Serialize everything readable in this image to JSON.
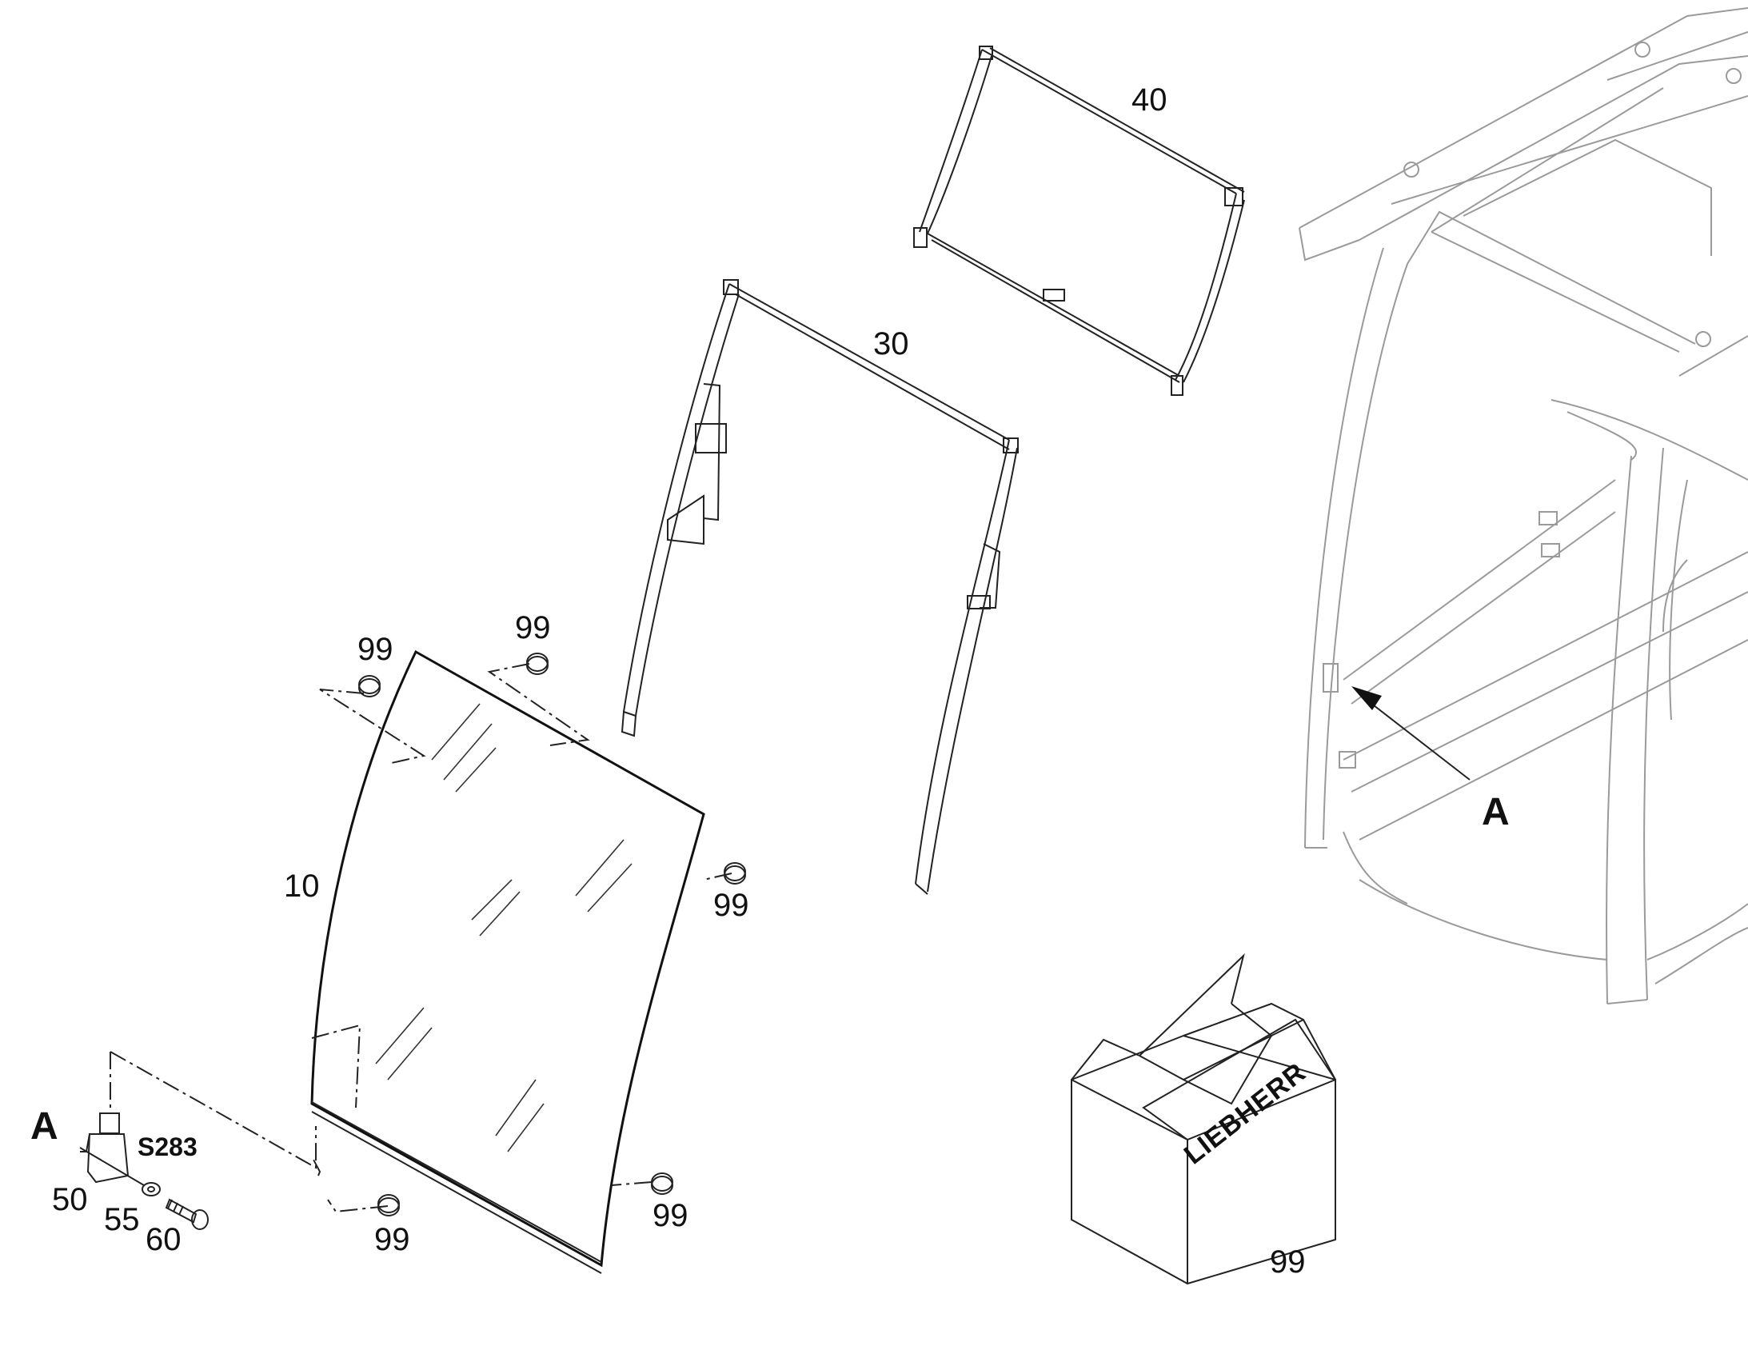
{
  "labels": {
    "glass_pane": "10",
    "window_frame": "30",
    "roller_blind": "40",
    "switch": "50",
    "washer": "55",
    "screw": "60",
    "fastener_top_left": "99",
    "fastener_top_right": "99",
    "fastener_right": "99",
    "fastener_bottom_right": "99",
    "fastener_bottom_left": "99",
    "kit_box": "99",
    "detail_ref_cab": "A",
    "detail_ref_switch": "A",
    "switch_code": "S283"
  },
  "box_brand": "LIEBHERR"
}
